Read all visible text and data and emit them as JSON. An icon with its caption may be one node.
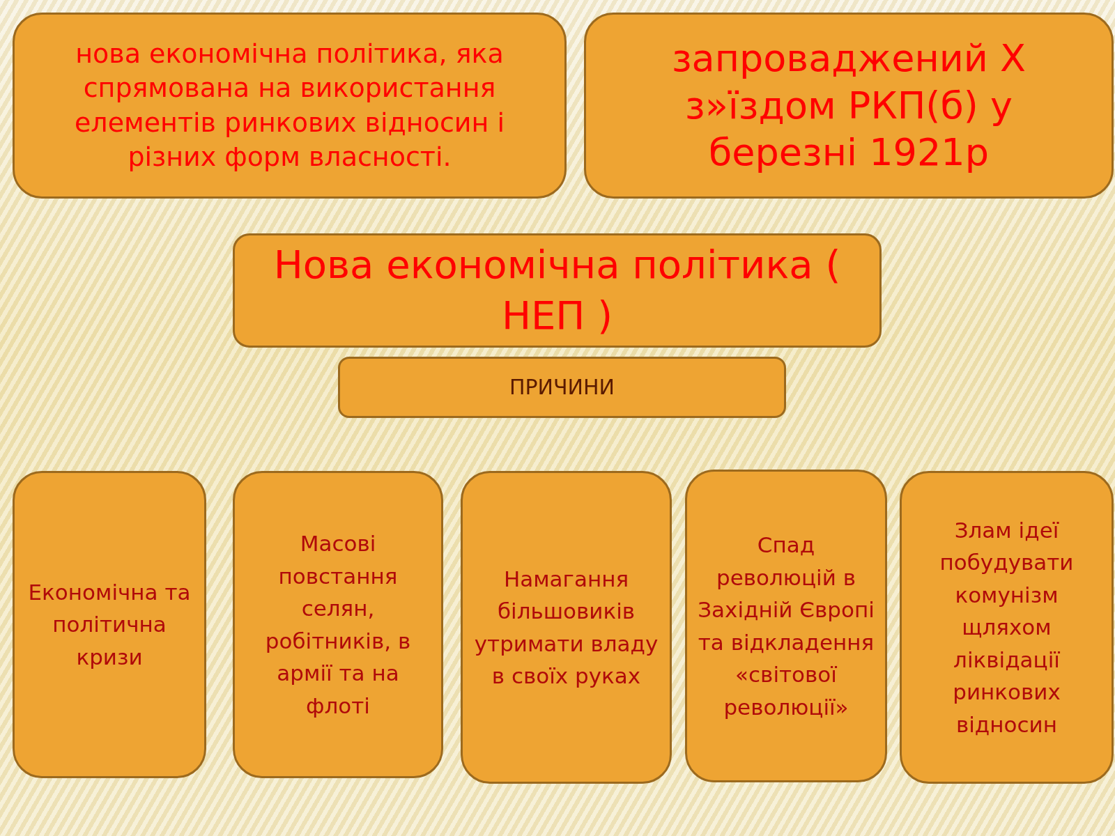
{
  "diagram": {
    "nodes": [
      {
        "text": [
          "нова економічна політика, яка спрямована на використання елементів ринкових відносин і різних форм власності."
        ]
      },
      {
        "text": [
          "запроваджений Х з»їздом РКП(б) у березні 1921р"
        ]
      },
      {
        "text": [
          "Нова економічна політика ( НЕП )"
        ]
      },
      {
        "text": [
          "ПРИЧИНИ"
        ]
      },
      {
        "text": [
          "Економічна та політична кризи"
        ]
      },
      {
        "text": [
          "Масові повстання селян, робітників, в армії та на флоті"
        ]
      },
      {
        "text": [
          "Намагання більшовиків утримати владу в своїх руках"
        ]
      },
      {
        "text": [
          "Спад революцій в Західній Європі та відкладення «світової революції»"
        ]
      },
      {
        "text": [
          "Злам ідеї побудувати комунізм щляхом ліквідації ринкових відносин"
        ]
      }
    ]
  }
}
